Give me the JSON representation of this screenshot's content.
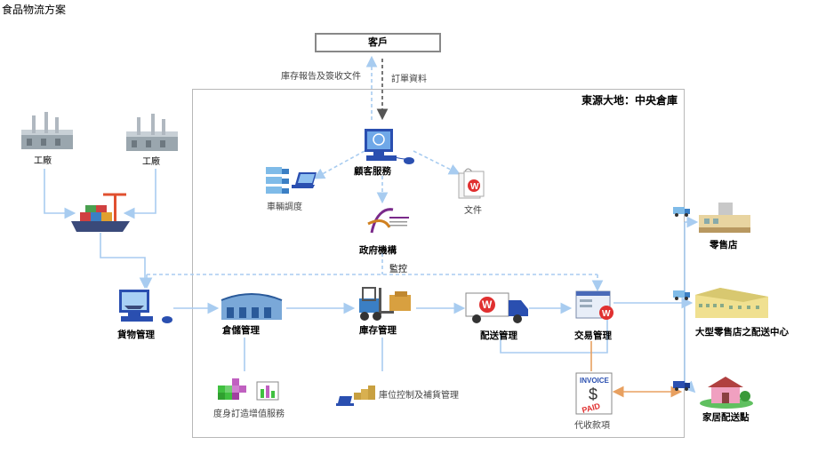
{
  "page_title": "食品物流方案",
  "warehouse_title": "東源大地：中央倉庫",
  "client": "客戶",
  "labels": {
    "factory_1": "工廠",
    "factory_2": "工廠",
    "inventory_report": "庫存報告及簽收文件",
    "order_info": "訂單資料",
    "customer_service": "顧客服務",
    "vehicle_dispatch": "車輛調度",
    "documents": "文件",
    "government": "政府機構",
    "monitoring": "監控",
    "cargo_mgmt": "貨物管理",
    "storage_mgmt": "倉儲管理",
    "inventory_mgmt": "庫存管理",
    "delivery_mgmt": "配送管理",
    "transaction_mgmt": "交易管理",
    "value_added": "度身訂造增值服務",
    "location_control": "庫位控制及補貨管理",
    "cod": "代收款項",
    "retail_store": "零售店",
    "distribution_center": "大型零售店之配送中心",
    "home_delivery": "家居配送點"
  },
  "colors": {
    "flow_blue": "#a8ccf0",
    "dark_arrow": "#555555",
    "orange_arrow": "#e8a060",
    "frame": "#b8b8b8"
  },
  "icons": [
    "factory-icon",
    "cargo-ship-icon",
    "computer-headset-icon",
    "truck-fleet-icon",
    "laptop-icon",
    "shopping-bag-icon",
    "government-logo-icon",
    "monitor-cargo-icon",
    "warehouse-icon",
    "forklift-icon",
    "delivery-truck-icon",
    "transaction-screen-icon",
    "invoice-icon",
    "retail-store-icon",
    "distribution-center-icon",
    "home-icon",
    "small-truck-icon",
    "boxes-chart-icon",
    "boxes-laptop-icon"
  ]
}
